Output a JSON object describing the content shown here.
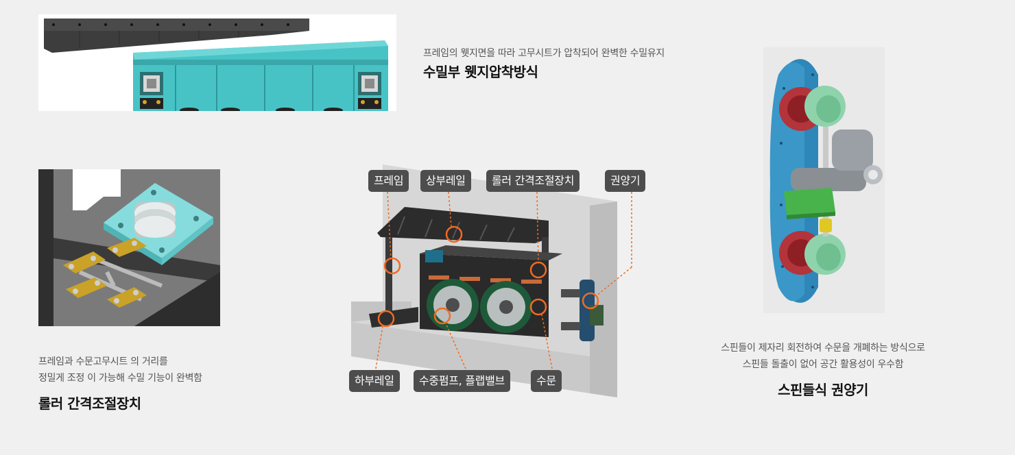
{
  "wedge": {
    "description": "프레임의 웻지면을 따라 고무시트가 압착되어 완벽한 수밀유지",
    "title": "수밀부 웻지압착방식"
  },
  "roller": {
    "description_line1": "프레임과 수문고무시트 의 거리를",
    "description_line2": "정밀게 조정 이 가능해 수밀 기능이 완벽함",
    "title": "롤러 간격조절장치"
  },
  "diagram": {
    "labels": {
      "frame": "프레임",
      "upper_rail": "상부레일",
      "roller_adjuster": "롤러 간격조절장치",
      "hoist": "권양기",
      "lower_rail": "하부레일",
      "pump_valve": "수중펌프, 플랩밸브",
      "gate": "수문"
    },
    "colors": {
      "callout": "#f26a21",
      "tag_bg": "#4d4d4d"
    }
  },
  "hoist": {
    "description_line1": "스핀들이 제자리 회전하여 수문을 개폐하는 방식으로",
    "description_line2": "스핀들 돌출이 없어 공간 활용성이 우수함",
    "title": "스핀들식 권양기"
  }
}
